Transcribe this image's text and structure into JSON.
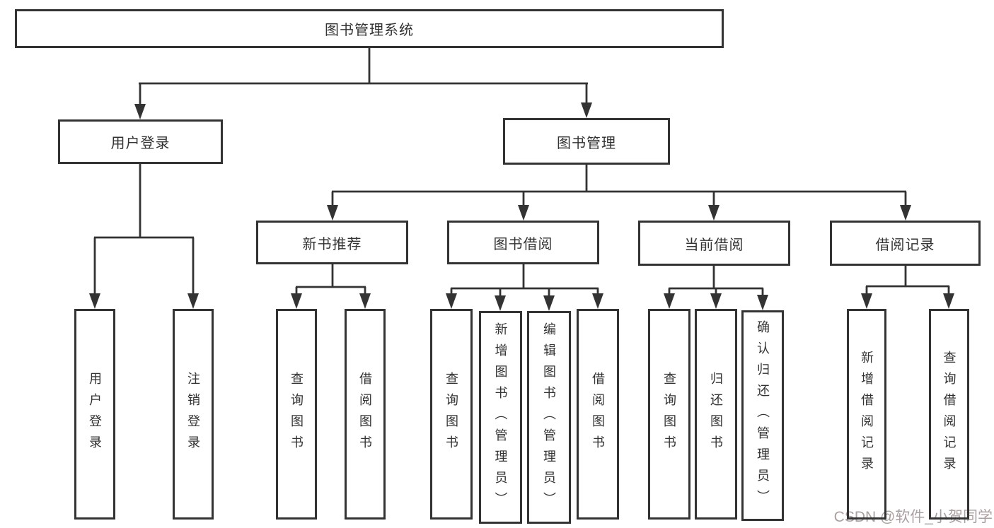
{
  "tree": {
    "root": {
      "label": "图书管理系统"
    },
    "level2": [
      {
        "label": "用户登录",
        "children": [
          {
            "label": "用户登录"
          },
          {
            "label": "注销登录"
          }
        ]
      },
      {
        "label": "图书管理",
        "children": [
          {
            "label": "新书推荐",
            "children": [
              {
                "label": "查询图书"
              },
              {
                "label": "借阅图书"
              }
            ]
          },
          {
            "label": "图书借阅",
            "children": [
              {
                "label": "查询图书"
              },
              {
                "label": "新增图书（管理员）"
              },
              {
                "label": "编辑图书（管理员）"
              },
              {
                "label": "借阅图书"
              }
            ]
          },
          {
            "label": "当前借阅",
            "children": [
              {
                "label": "查询图书"
              },
              {
                "label": "归还图书"
              },
              {
                "label": "确认归还（管理员）"
              }
            ]
          },
          {
            "label": "借阅记录",
            "children": [
              {
                "label": "新增借阅记录"
              },
              {
                "label": "查询借阅记录"
              }
            ]
          }
        ]
      }
    ]
  },
  "watermark": {
    "text": "CSDN @软件_小贺同学"
  },
  "colors": {
    "line": "#333333",
    "text": "#333333",
    "watermark": "#ab9f9f",
    "background": "#ffffff"
  }
}
